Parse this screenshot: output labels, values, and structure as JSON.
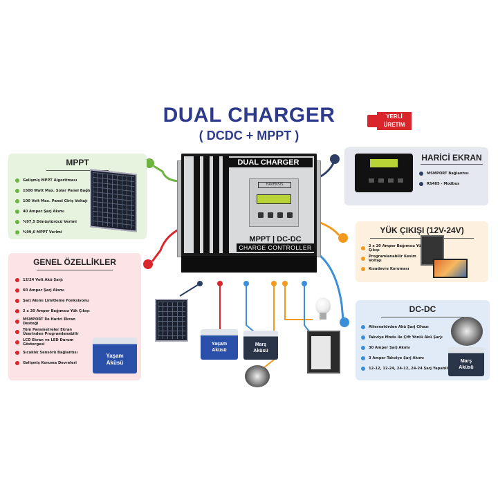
{
  "header": {
    "title": "DUAL CHARGER",
    "subtitle": "( DCDC + MPPT )",
    "badge_line1": "YERLİ",
    "badge_line2": "ÜRETİM"
  },
  "device": {
    "banner": "DUAL CHARGER",
    "logo": "HAVENSIS",
    "label": "MPPT | DC-DC",
    "sublabel": "CHARGE CONTROLLER"
  },
  "mppt": {
    "title": "MPPT",
    "items": [
      "Gelişmiş MPPT Algoritması",
      "1500 Watt Max. Solar Panel Bağlanabilir",
      "100 Volt Max. Panel Giriş Voltajı",
      "40 Amper Şarj Akımı",
      "%97,5 Dönüştürücü Verimi",
      "%99,6 MPPT Verimi"
    ]
  },
  "genel": {
    "title": "GENEL ÖZELLİKLER",
    "items": [
      "12/24 Volt Akü Şarjı",
      "60 Amper Şarj Akımı",
      "Şarj Akımı Limitleme Fonksiyonu",
      "2 x 20 Amper Bağımsız Yük Çıkışı",
      "MSMPORT İle Harici Ekran Desteği",
      "Tüm Parametreler Ekran Üzerinden Programlanabilir",
      "LCD Ekran ve LED Durum Göstergesi",
      "Sıcaklık Sensörü Bağlantısı",
      "Gelişmiş Koruma Devreleri"
    ],
    "battery_line1": "Yaşam",
    "battery_line2": "Aküsü"
  },
  "harici": {
    "title": "HARİCİ EKRAN",
    "items": [
      "MSMPORT Bağlantısı",
      "RS485 - Modbus"
    ]
  },
  "yuk": {
    "title": "YÜK ÇIKIŞI (12V-24V)",
    "items": [
      "2 x 20 Amper Bağımsız Yük Çıkışı",
      "Programlanabilir Kesim Voltajı",
      "Kısadevre Koruması"
    ]
  },
  "dcdc": {
    "title": "DC-DC",
    "items": [
      "Alternatörden Akü Şarj Cihazı",
      "Takviye Modu ile Çift Yönlü Akü Şarjı",
      "30 Amper Şarj Akımı",
      "3 Amper Takviye Şarj Akımı",
      "12-12, 12-24, 24-12, 24-24 Şarj Yapabilir"
    ],
    "battery_line1": "Marş",
    "battery_line2": "Aküsü"
  },
  "bottom": {
    "yasam_line1": "Yaşam",
    "yasam_line2": "Aküsü",
    "mars_line1": "Marş",
    "mars_line2": "Aküsü"
  },
  "colors": {
    "title": "#2e3b8c",
    "green": "#6cb33f",
    "red": "#d9262c",
    "navy": "#2c3e64",
    "orange": "#f39a1e",
    "blue": "#3b8fd9",
    "mppt_bg": "#e6f4df",
    "genel_bg": "#fbe3e6",
    "harici_bg": "#e4e7ee",
    "yuk_bg": "#fdf0df",
    "dcdc_bg": "#e1ebf7"
  },
  "icons": {
    "solar": "solar-panel-icon",
    "battery": "battery-icon",
    "alternator": "alternator-icon",
    "bulb": "light-bulb-icon",
    "fridge": "fridge-icon",
    "tv": "tv-icon",
    "display": "external-display-icon"
  }
}
